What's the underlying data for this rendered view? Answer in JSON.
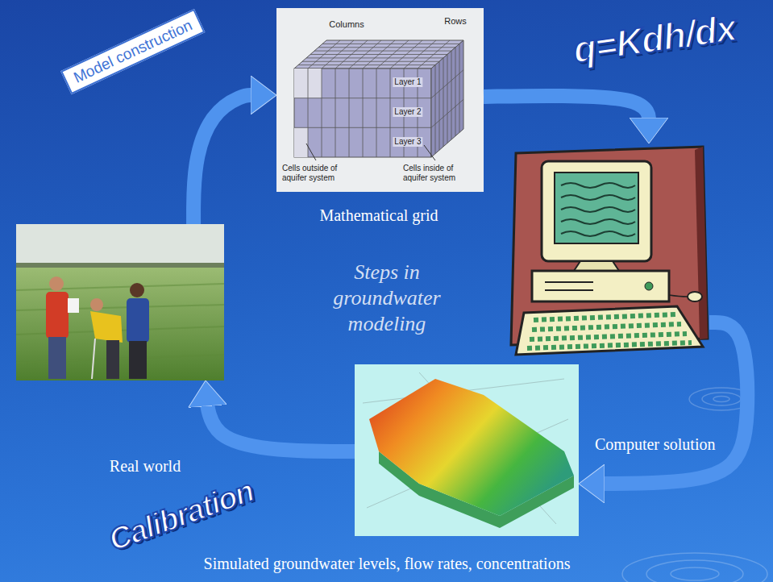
{
  "diagram": {
    "title": "Steps in groundwater modeling",
    "nodes": [
      {
        "text": [
          "Real world"
        ]
      },
      {
        "text": [
          "Mathematical grid"
        ]
      },
      {
        "text": [
          "Computer solution"
        ]
      },
      {
        "text": [
          "Simulated groundwater levels, flow rates, concentrations"
        ]
      }
    ],
    "edges": [
      {
        "from": 0,
        "to": 1,
        "arrow": "to",
        "label": "Model construction"
      },
      {
        "from": 1,
        "to": 2,
        "arrow": "to",
        "label": "q=Kdh/dx"
      },
      {
        "from": 2,
        "to": 3,
        "arrow": "to"
      },
      {
        "from": 3,
        "to": 0,
        "arrow": "to",
        "label": "Calibration"
      }
    ],
    "labels": [
      "Columns",
      "Rows",
      "Layer 1",
      "Layer 2",
      "Layer 3",
      "Cells outside of aquifer system",
      "Cells inside of aquifer system"
    ]
  }
}
